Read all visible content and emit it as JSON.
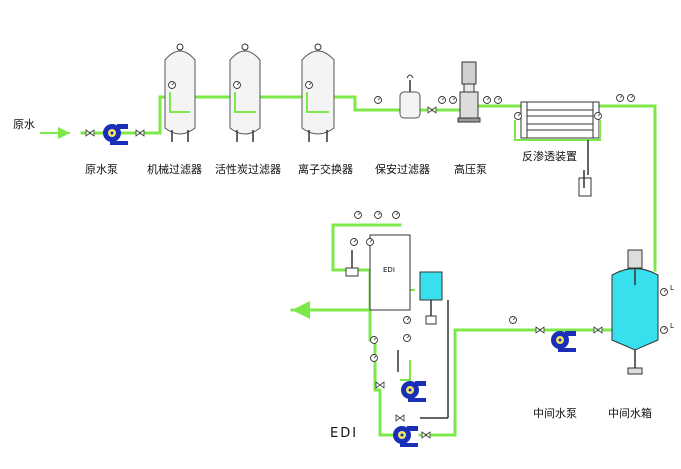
{
  "labels": {
    "raw_water": "原水",
    "raw_water_pump": "原水泵",
    "mechanical_filter": "机械过滤器",
    "activated_carbon_filter": "活性炭过滤器",
    "ion_exchanger": "离子交换器",
    "security_filter": "保安过滤器",
    "high_pressure_pump": "高压泵",
    "ro_unit": "反渗透装置",
    "intermediate_tank": "中间水箱",
    "intermediate_pump": "中间水泵",
    "edi_title": "EDI",
    "edi_inner": "EDI",
    "tank_level_mark": "L"
  },
  "colors": {
    "pipe": "#7de84a",
    "pump": "#1a2fb8",
    "water": "#38e0ee",
    "outline": "#333333"
  },
  "icons": [
    "pump-icon",
    "valve-icon",
    "pressure-gauge-icon",
    "motor-icon"
  ]
}
